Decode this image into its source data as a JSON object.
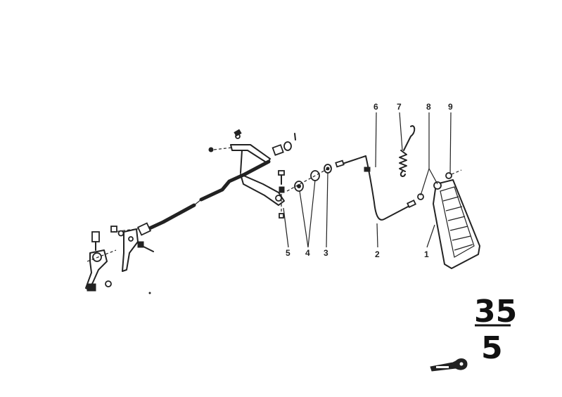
{
  "diagram": {
    "callouts": [
      "1",
      "2",
      "3",
      "4",
      "5",
      "6",
      "7",
      "8",
      "9"
    ],
    "page_number": {
      "top": "35",
      "bottom": "5"
    }
  },
  "colors": {
    "ink": "#222222",
    "background": "#ffffff"
  },
  "icons": [
    "accelerator-linkage-drawing",
    "key-icon"
  ]
}
